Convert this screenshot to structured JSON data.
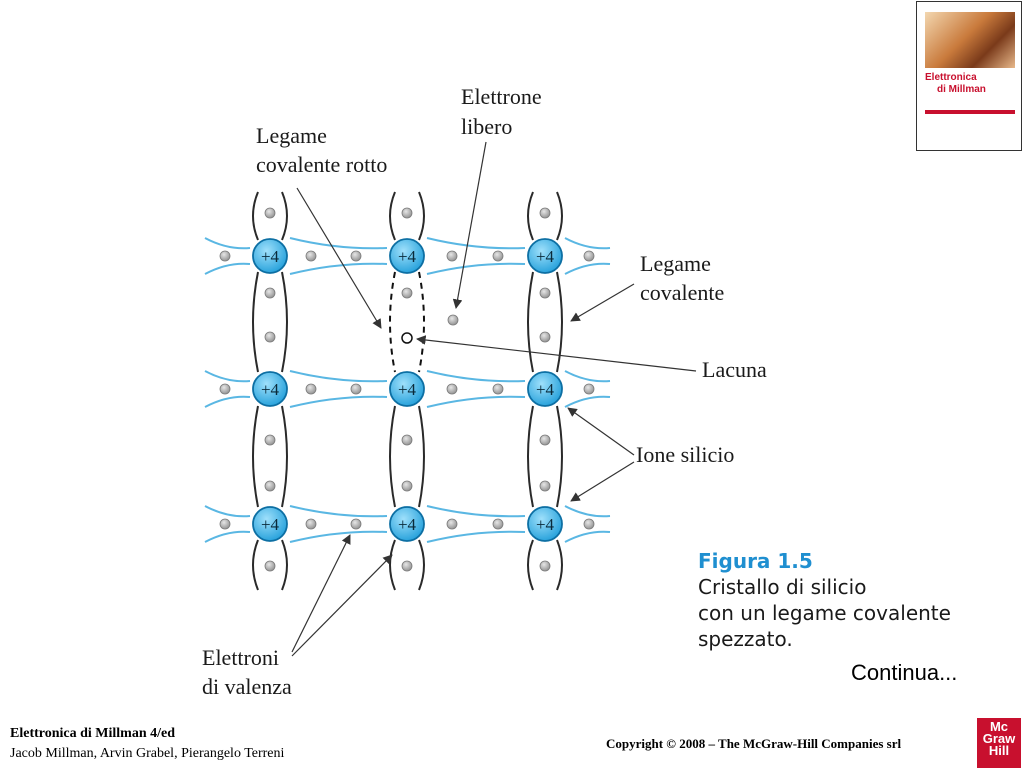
{
  "labels": {
    "elettrone_libero": [
      "Elettrone",
      "libero"
    ],
    "legame_rotto": [
      "Legame",
      "covalente rotto"
    ],
    "legame_covalente": [
      "Legame",
      "covalente"
    ],
    "lacuna": "Lacuna",
    "ione_silicio": "Ione silicio",
    "elettroni_valenza": [
      "Elettroni",
      "di valenza"
    ],
    "ion_charge": "+4"
  },
  "caption": {
    "figure": "Figura 1.5",
    "text": "Cristallo di silicio\ncon un legame covalente\nspezzato."
  },
  "continua": "Continua...",
  "footer": {
    "book_title": "Elettronica di Millman 4/ed",
    "authors": "Jacob Millman, Arvin Grabel, Pierangelo Terreni",
    "copyright": "Copyright © 2008 – The McGraw-Hill Companies srl",
    "logo": [
      "Mc",
      "Graw",
      "Hill"
    ]
  },
  "cover": {
    "title_line1": "Elettronica",
    "title_line2": "di Millman"
  },
  "colors": {
    "ion_fill": "#3fb4e6",
    "bond_line": "#5ab7e3",
    "electron": "#a8a8a8",
    "text": "#1a1a1a",
    "figure_title": "#1f8fd0"
  }
}
